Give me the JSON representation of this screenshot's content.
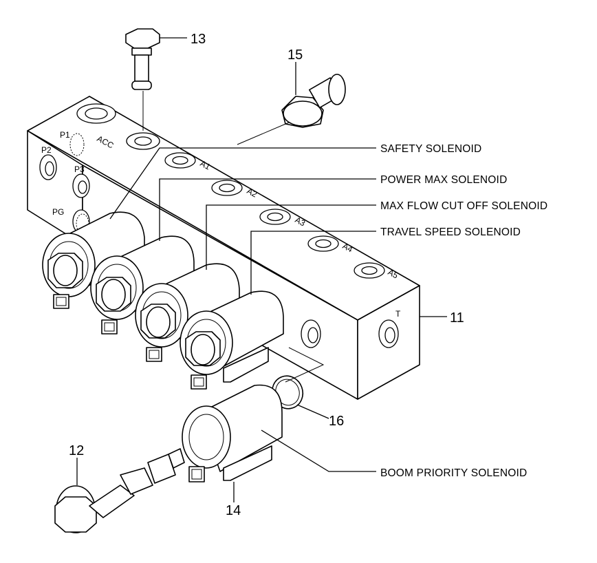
{
  "labels": {
    "safety_solenoid": "SAFETY SOLENOID",
    "power_max_solenoid": "POWER MAX SOLENOID",
    "max_flow_cut_off_solenoid": "MAX FLOW CUT OFF SOLENOID",
    "travel_speed_solenoid": "TRAVEL SPEED SOLENOID",
    "boom_priority_solenoid": "BOOM PRIORITY SOLENOID"
  },
  "callouts": {
    "c11": "11",
    "c12": "12",
    "c13": "13",
    "c14": "14",
    "c15": "15",
    "c16": "16"
  },
  "ports": {
    "acc": "ACC",
    "p1": "P1",
    "p2": "P2",
    "p3": "P3",
    "pg": "PG",
    "a1": "A1",
    "a2": "A2",
    "a3": "A3",
    "a4": "A4",
    "a5": "A5",
    "t": "T"
  }
}
